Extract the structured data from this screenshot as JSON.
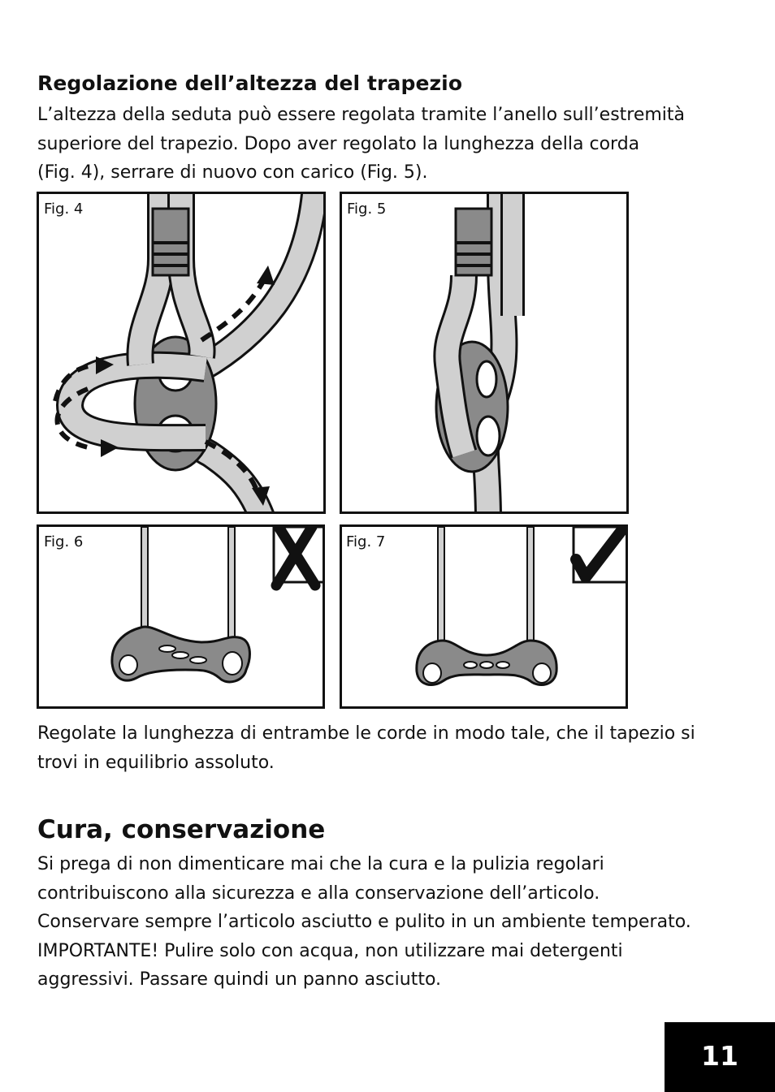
{
  "section1": {
    "title": "Regolazione dell’altezza del trapezio",
    "body": "L’altezza della seduta può essere regolata tramite l’anello sull’estremità\nsuperiore del trapezio. Dopo aver regolato la lunghezza della corda\n(Fig. 4), serrare di nuovo con carico (Fig. 5)."
  },
  "figures": [
    {
      "label": "Fig. 4",
      "icon": "rope-loop-adjust-arrows"
    },
    {
      "label": "Fig. 5",
      "icon": "rope-loop-tightened"
    },
    {
      "label": "Fig. 6",
      "icon": "trapeze-unbalanced",
      "mark": "cross-mark-icon"
    },
    {
      "label": "Fig. 7",
      "icon": "trapeze-balanced",
      "mark": "check-mark-icon"
    }
  ],
  "balance_note": "Regolate la lunghezza di entrambe le corde in modo tale, che il tapezio si\ntrovi in equilibrio assoluto.",
  "section2": {
    "title": "Cura, conservazione",
    "body": "Si prega di non dimenticare mai che la cura e la pulizia regolari\ncontribuiscono alla sicurezza e alla conservazione dell’articolo.\nConservare sempre l’articolo asciutto e pulito in un ambiente temperato.\nIMPORTANTE! Pulire solo con acqua, non utilizzare mai detergenti\naggressivi. Passare quindi un panno asciutto."
  },
  "page_number": "11",
  "colors": {
    "rope": "#d0d0d0",
    "ring": "#8a8a8a",
    "outline": "#111111",
    "page_box": "#000000"
  }
}
